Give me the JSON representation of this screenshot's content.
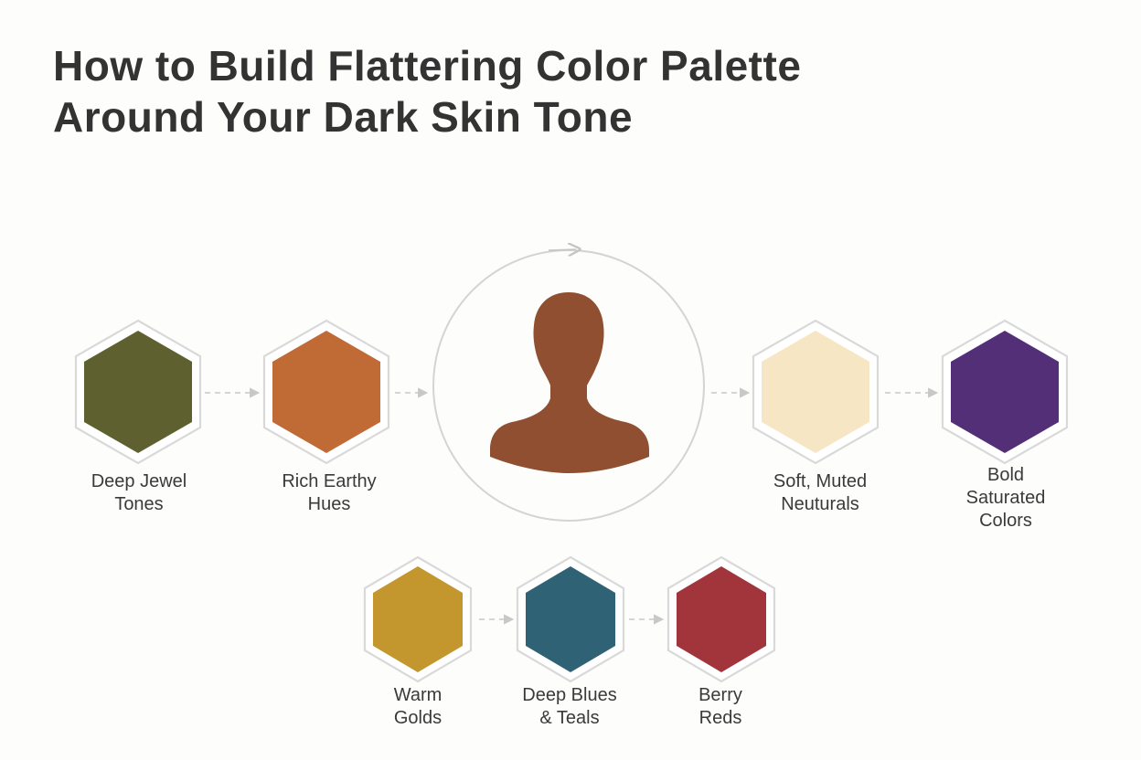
{
  "title": {
    "line1": "How to Build Flattering Color Palette",
    "line2": "Around Your Dark Skin Tone"
  },
  "center": {
    "icon": "person-silhouette-icon",
    "color": "#8f4f30"
  },
  "palettes": [
    {
      "id": "deep-jewel-tones",
      "line1": "Deep Jewel",
      "line2": "Tones",
      "line3": "",
      "color": "#5e6030"
    },
    {
      "id": "rich-earthy-hues",
      "line1": "Rich Earthy",
      "line2": "Hues",
      "line3": "",
      "color": "#c06a35"
    },
    {
      "id": "soft-muted-neutrals",
      "line1": "Soft, Muted",
      "line2": "Neuturals",
      "line3": "",
      "color": "#f6e6c4"
    },
    {
      "id": "bold-saturated-colors",
      "line1": "Bold",
      "line2": "Saturated",
      "line3": "Colors",
      "color": "#532f78"
    },
    {
      "id": "warm-golds",
      "line1": "Warm",
      "line2": "Golds",
      "line3": "",
      "color": "#c4962e"
    },
    {
      "id": "deep-blues-teals",
      "line1": "Deep Blues",
      "line2": "& Teals",
      "line3": "",
      "color": "#2f6274"
    },
    {
      "id": "berry-reds",
      "line1": "Berry",
      "line2": "Reds",
      "line3": "",
      "color": "#a2343c"
    }
  ],
  "colors": {
    "outline": "#d9d9d9",
    "arrow": "#c8c8c8",
    "circle": "#d4d4d4"
  }
}
